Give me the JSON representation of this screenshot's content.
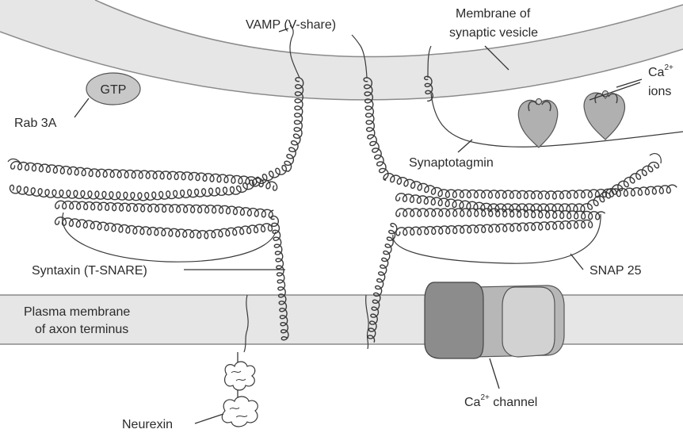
{
  "labels": {
    "vamp": "VAMP (V-share)",
    "vesicle_membrane": [
      "Membrane of",
      "synaptic vesicle"
    ],
    "ca_ions": [
      "Ca",
      "2+",
      "ions"
    ],
    "rab": "Rab 3A",
    "gtp": "GTP",
    "synaptotagmin": "Synaptotagmin",
    "syntaxin": "Syntaxin (T-SNARE)",
    "snap25": "SNAP 25",
    "plasma_membrane": [
      "Plasma membrane",
      "of axon terminus"
    ],
    "ca_channel": [
      "Ca",
      "2+",
      " channel"
    ],
    "neurexin": "Neurexin"
  },
  "colors": {
    "membrane_fill": "#e6e6e6",
    "membrane_edge": "#8a8a8a",
    "channel_dark": "#8c8c8c",
    "channel_mid": "#b7b7b7",
    "channel_light": "#d2d2d2",
    "sensor_fill": "#b0b0b0",
    "line": "#333333"
  }
}
